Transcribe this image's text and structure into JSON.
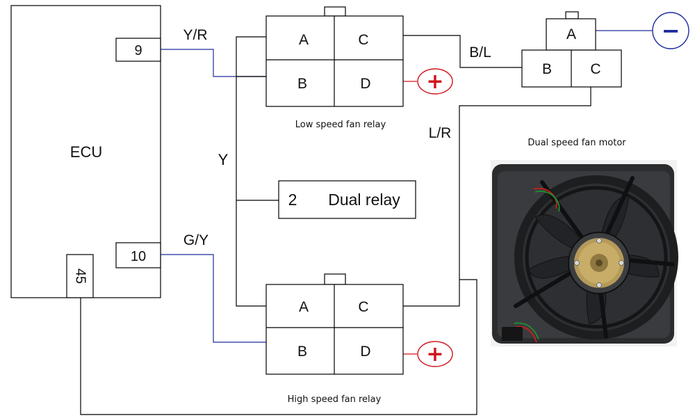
{
  "ecu": {
    "label": "ECU",
    "pins": {
      "pin9": "9",
      "pin10": "10",
      "pin45": "45"
    }
  },
  "wires": {
    "yr": "Y/R",
    "gy": "G/Y",
    "y": "Y",
    "bl": "B/L",
    "lr": "L/R"
  },
  "low_relay": {
    "title": "Low speed fan relay",
    "terminals": {
      "a": "A",
      "b": "B",
      "c": "C",
      "d": "D"
    }
  },
  "high_relay": {
    "title": "High speed fan relay",
    "terminals": {
      "a": "A",
      "b": "B",
      "c": "C",
      "d": "D"
    }
  },
  "dual_relay": {
    "number": "2",
    "label": "Dual relay"
  },
  "motor_connector": {
    "terminals": {
      "a": "A",
      "b": "B",
      "c": "C"
    }
  },
  "motor": {
    "title": "Dual speed fan motor"
  },
  "symbols": {
    "plus": "+",
    "minus": "−"
  },
  "colors": {
    "wire_blue": "#1c2a9c",
    "plus_red": "#d0141c",
    "minus_blue": "#1c2a9c",
    "wire_black": "#000000"
  }
}
